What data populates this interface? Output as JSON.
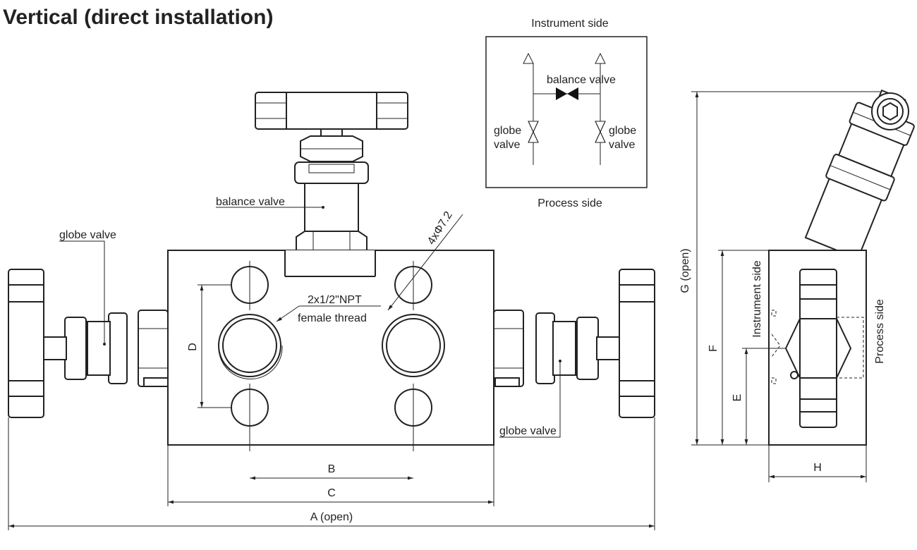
{
  "title": "Vertical (direct installation)",
  "schematic": {
    "top_label": "Instrument side",
    "bottom_label": "Process side",
    "balance_label": "balance valve",
    "globe_left": [
      "globe",
      "valve"
    ],
    "globe_right": [
      "globe",
      "valve"
    ]
  },
  "front_view": {
    "balance_valve_label": "balance valve",
    "globe_valve_left_label": "globe valve",
    "globe_valve_right_label": "globe valve",
    "port_label_1": "2x1/2\"NPT",
    "port_label_2": "female thread",
    "hole_label": "4xΦ7.2",
    "dim_A": "A (open)",
    "dim_B": "B",
    "dim_C": "C",
    "dim_D": "D"
  },
  "side_view": {
    "instrument_side": "Instrument side",
    "process_side": "Process side",
    "dim_E": "E",
    "dim_F": "F",
    "dim_G": "G (open)",
    "dim_H": "H"
  }
}
